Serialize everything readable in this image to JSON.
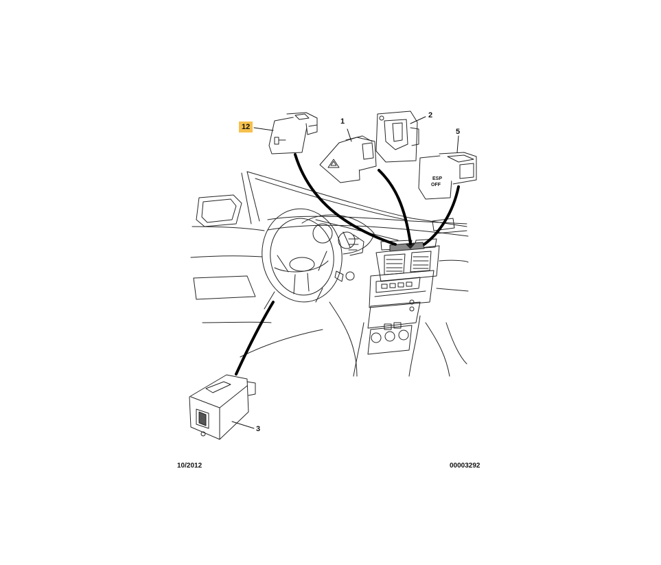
{
  "callouts": {
    "c12": "12",
    "c1": "1",
    "c2": "2",
    "c5": "5",
    "c3": "3"
  },
  "esp_button": {
    "line1": "ESP",
    "line2": "OFF"
  },
  "footer": {
    "date": "10/2012",
    "ref": "00003292"
  },
  "colors": {
    "highlight": "#f6c04d",
    "line": "#111111",
    "leader": "#000000"
  }
}
